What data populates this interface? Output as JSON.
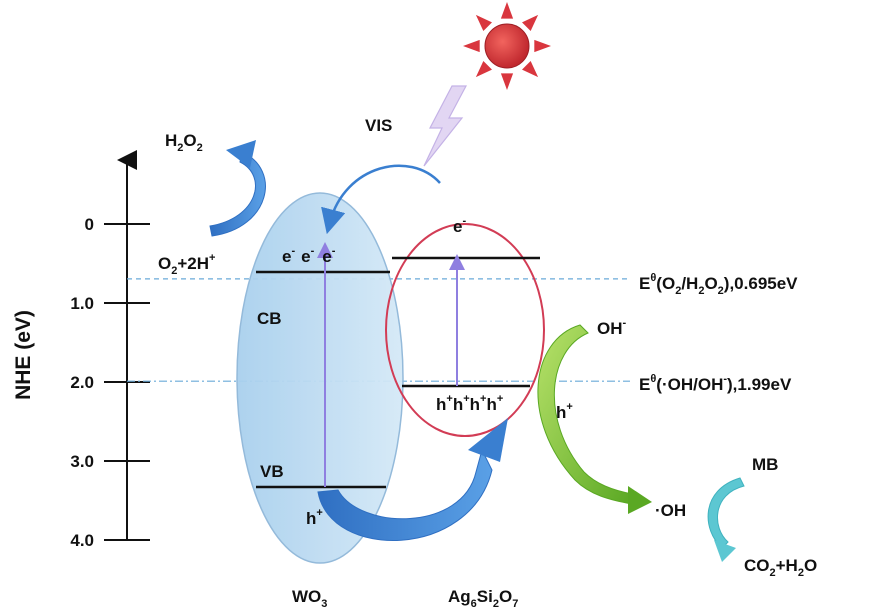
{
  "axis": {
    "title": "NHE (eV)",
    "ticks": [
      {
        "label": "0",
        "value": 0
      },
      {
        "label": "1.0",
        "value": 1
      },
      {
        "label": "2.0",
        "value": 2
      },
      {
        "label": "3.0",
        "value": 3
      },
      {
        "label": "4.0",
        "value": 4
      }
    ]
  },
  "potentials": {
    "o2_h2o2": {
      "prefix": "E",
      "sup": "θ",
      "text": "(O",
      "sub": "2",
      "text2": "/H",
      "sub2": "2",
      "text3": "O",
      "sub3": "2",
      "text4": "),0.695eV",
      "value": 0.695
    },
    "oh_ohminus": {
      "prefix": "E",
      "sup": "θ",
      "text": "(·OH/OH",
      "sup2": "-",
      "text2": "),1.99eV",
      "value": 1.99
    }
  },
  "materials": {
    "wo3": {
      "name": "WO",
      "sub": "3",
      "cb_label": "CB",
      "vb_label": "VB",
      "electrons": [
        "e",
        "e",
        "e"
      ],
      "electron_sup": "-",
      "hole": "h",
      "hole_sup": "+"
    },
    "ag6si2o7": {
      "name_parts": [
        "Ag",
        "6",
        "Si",
        "2",
        "O",
        "7"
      ],
      "electron": "e",
      "electron_sup": "-",
      "holes": "h+h+h+h+"
    }
  },
  "reactions": {
    "h2o2": {
      "t1": "H",
      "s1": "2",
      "t2": "O",
      "s2": "2"
    },
    "o2_2h": {
      "t1": "O",
      "s1": "2",
      "t2": "+2H",
      "sup": "+"
    },
    "oh_minus": {
      "t": "OH",
      "sup": "-"
    },
    "h_plus": {
      "t": "h",
      "sup": "+"
    },
    "oh_radical": "·OH",
    "mb": "MB",
    "co2_h2o": {
      "t1": "CO",
      "s1": "2",
      "t2": "+H",
      "s2": "2",
      "t3": "O"
    }
  },
  "light": {
    "label": "VIS"
  },
  "colors": {
    "axis": "#111111",
    "wo3_fill": "#bcdcf2",
    "wo3_stroke": "#8fb7d9",
    "ag_stroke": "#d23c55",
    "band": "#111111",
    "excite": "#8f7fe0",
    "blue_arrow": "#3a7fd0",
    "green_arrow": "#7fc23a",
    "cyan_arrow": "#5cc7d2",
    "sun": "#d9363e",
    "bolt": "#e2d6f3",
    "dashed": "#6aaad8"
  }
}
